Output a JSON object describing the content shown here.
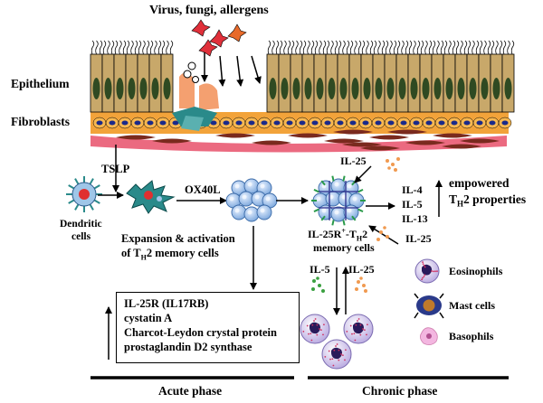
{
  "labels": {
    "triggers": "Virus, fungi, allergens",
    "epithelium": "Epithelium",
    "fibroblasts": "Fibroblasts",
    "tslp": "TSLP",
    "dendritic_line1": "Dendritic",
    "dendritic_line2": "cells",
    "ox40l": "OX40L",
    "il25_top": "IL-25",
    "il4": "IL-4",
    "il5": "IL-5",
    "il13": "IL-13",
    "empowered_line1": "empowered",
    "empowered_line2_prefix": "T",
    "empowered_line2_sub": "H",
    "empowered_line2_suffix": "2 properties",
    "memory_line1_prefix": "IL-25R",
    "memory_line1_sup": "+",
    "memory_line1_mid": "-T",
    "memory_line1_sub": "H",
    "memory_line1_suffix": "2",
    "memory_line2": "memory cells",
    "il25_right": "IL-25",
    "expansion_line1": "Expansion & activation",
    "expansion_line2_prefix": "of T",
    "expansion_line2_sub": "H",
    "expansion_line2_suffix": "2 memory cells",
    "il5_lower": "IL-5",
    "il25_lower": "IL-25",
    "eosinophils": "Eosinophils",
    "mast_cells": "Mast cells",
    "basophils": "Basophils",
    "acute_phase": "Acute phase",
    "chronic_phase": "Chronic phase"
  },
  "gene_box": [
    "IL-25R (IL17RB)",
    "cystatin A",
    "Charcot-Leydon crystal protein",
    "prostaglandin D2 synthase"
  ],
  "colors": {
    "epithelial_cell": "#c8a86a",
    "nucleus": "#2f4a22",
    "fibroblast_band": "#f2a33a",
    "basement": "#e8506a",
    "fibroblast_cell": "#7a2a1e",
    "virus": "#e0303a",
    "th2_cell": "#a8c8f0",
    "dendritic": "#2a8a8a",
    "mast_cell": "#c07a2a",
    "granule_orange": "#f09a50",
    "granule_green": "#3aa040"
  }
}
